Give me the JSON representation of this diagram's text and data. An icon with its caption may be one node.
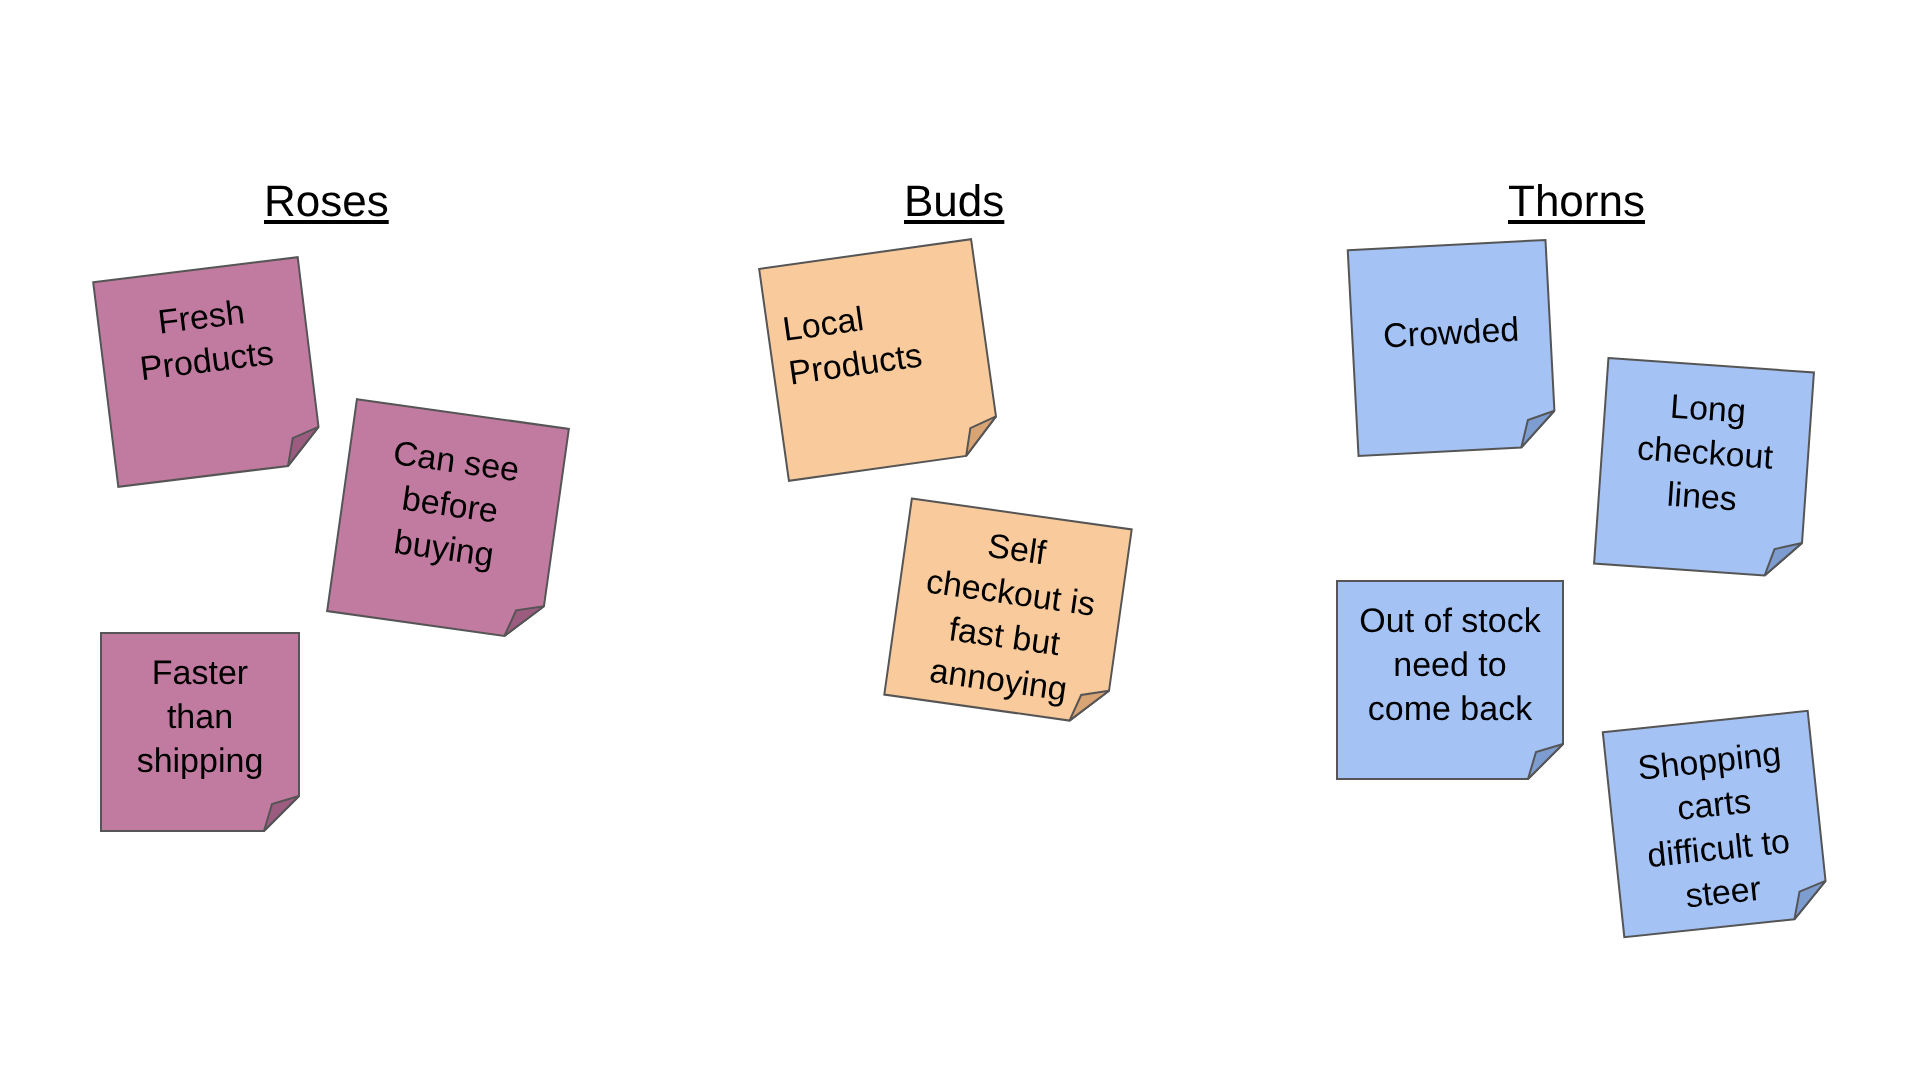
{
  "diagram": {
    "nodes": [
      {
        "text": [
          "Fresh Products"
        ]
      },
      {
        "text": [
          "Can see before buying"
        ]
      },
      {
        "text": [
          "Faster than shipping"
        ]
      },
      {
        "text": [
          "Local Products"
        ]
      },
      {
        "text": [
          "Self checkout is fast but annoying"
        ]
      },
      {
        "text": [
          "Crowded"
        ]
      },
      {
        "text": [
          "Long checkout lines"
        ]
      },
      {
        "text": [
          "Out of stock need to come back"
        ]
      },
      {
        "text": [
          "Shopping carts difficult to steer"
        ]
      }
    ],
    "labels": [
      "Roses",
      "Buds",
      "Thorns"
    ]
  }
}
